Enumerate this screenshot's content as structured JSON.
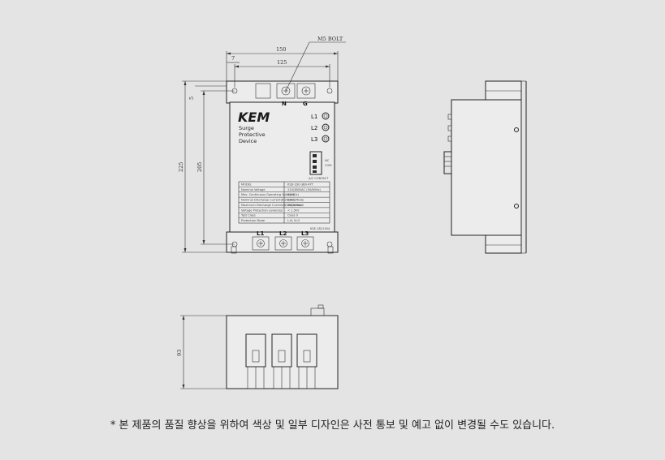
{
  "dimensions": {
    "width_outer": "150",
    "width_inner": "125",
    "left_offset": "7",
    "height_outer": "225",
    "height_inner": "205",
    "top_offset": "5",
    "depth": "93"
  },
  "callout": "M5 BOLT",
  "device": {
    "brand": "KEM",
    "name_lines": [
      "Surge",
      "Protective",
      "Device"
    ],
    "top_terminals": [
      "N",
      "G"
    ],
    "indicators": [
      "L1",
      "L2",
      "L3"
    ],
    "bottom_terminals": [
      "L1",
      "L2",
      "L3"
    ],
    "connector_labels": [
      "NC",
      "COM"
    ],
    "connector_caption": "A/C CONTACT",
    "serial_tag": "KSE-1821304",
    "spec_table": [
      [
        "MODEL",
        "KSD-2S0-3B0-4YT"
      ],
      [
        "Nominal Voltage",
        "220/380VAC (50/60Hz)"
      ],
      [
        "Max. Continuous Operating Voltage(Uc)",
        "320V"
      ],
      [
        "Nominal Discharge Current(8/20)(In)",
        "20kA/Mode"
      ],
      [
        "Maximum Discharge Current(8/20)(Imax)",
        "40kA/Mode"
      ],
      [
        "Voltage Protection Level(Up)",
        "< 1.5kV"
      ],
      [
        "Test Class",
        "Class II"
      ],
      [
        "Protection Mode",
        "L-N, N-G"
      ]
    ]
  },
  "footnote": "* 본 제품의 품질 향상을 위하여 색상 및 일부 디자인은 사전 통보 및 예고 없이 변경될 수도 있습니다."
}
